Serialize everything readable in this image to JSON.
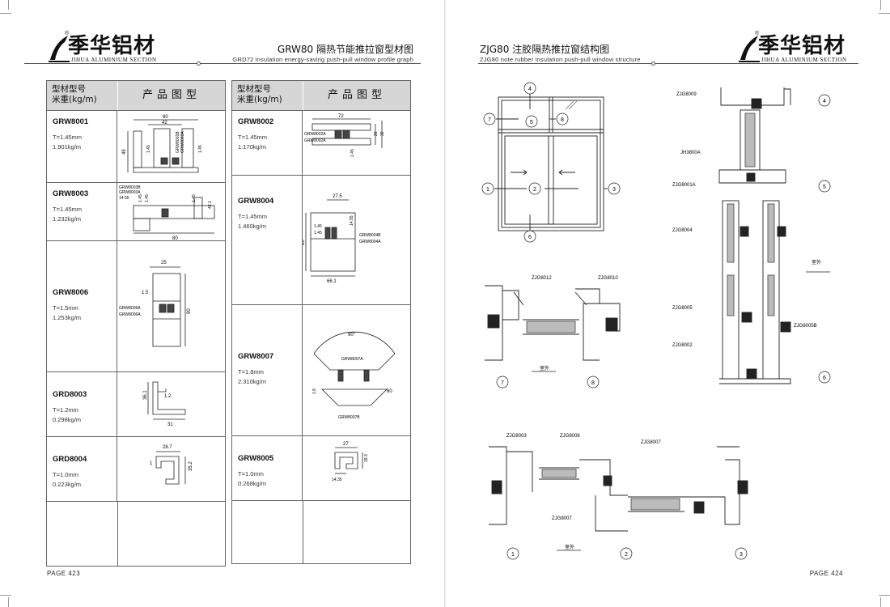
{
  "brand": {
    "cn": "季华铝材",
    "en": "JIHUA ALUMINIUM SECTION",
    "reg": "®"
  },
  "left": {
    "title_cn": "GRW80 隔热节能推拉窗型材图",
    "title_en": "GRD72 insulation energy-saving push-pull window profile graph",
    "page": "PAGE 423",
    "header": {
      "model_label": "型材型号\n米重(kg/m)",
      "drawing_label": "产品图型"
    },
    "col_a": [
      {
        "name": "GRW8001",
        "thick": "T=1.45mm",
        "weight": "1.901kg/m",
        "dims": {
          "w": "80",
          "w2": "42",
          "h": "49",
          "t1": "1.45",
          "t2": "1.45",
          "lbl1": "GRW8001B",
          "lbl2": "GRW8001A"
        }
      },
      {
        "name": "GRW8003",
        "thick": "T=1.45mm",
        "weight": "1.232kg/m",
        "dims": {
          "lbl1": "GRW8003B",
          "lbl2": "GRW8003A",
          "a": "14.55",
          "b": "1.45",
          "c": "1.45",
          "d": "1.45",
          "h": "42.1",
          "w": "80"
        }
      },
      {
        "name": "GRW8006",
        "thick": "T=1.5mm",
        "weight": "1.253kg/m",
        "dims": {
          "w": "25",
          "t": "1.5",
          "h": "90",
          "lbl1": "GRW8006A",
          "lbl2": "GRW8006A"
        }
      },
      {
        "name": "GRD8003",
        "thick": "T=1.2mm",
        "weight": "0.298kg/m",
        "dims": {
          "h": "36.1",
          "t": "1.2",
          "w": "31"
        }
      },
      {
        "name": "GRD8004",
        "thick": "T=1.0mm",
        "weight": "0.223kg/m",
        "dims": {
          "w": "28.7",
          "t": "1",
          "h": "35.2"
        }
      }
    ],
    "col_b": [
      {
        "name": "GRW8002",
        "thick": "T=1.45mm",
        "weight": "1.170kg/m",
        "dims": {
          "w": "72",
          "lbl1": "GRW8002A",
          "lbl2": "GRW8002A",
          "h1": "26",
          "h2": "32",
          "t": "1.45"
        }
      },
      {
        "name": "GRW8004",
        "thick": "T=1.45mm",
        "weight": "1.460kg/m",
        "dims": {
          "w1": "27.5",
          "t1": "1.45",
          "t2": "1.45",
          "h1": "14.55",
          "h": "80",
          "w": "66.1",
          "lbl1": "GRW8004B",
          "lbl2": "GRW8004A"
        }
      },
      {
        "name": "GRW8007",
        "thick": "T=1.8mm",
        "weight": "2.310kg/m",
        "dims": {
          "ang": "90°",
          "lbl1": "GRW8007A",
          "t": "1.8",
          "w": "60",
          "lbl2": "GRW8007B"
        }
      },
      {
        "name": "GRW8005",
        "thick": "T=1.0mm",
        "weight": "0.268kg/m",
        "dims": {
          "w": "27",
          "h": "19.3",
          "b": "14.35"
        }
      }
    ]
  },
  "right": {
    "title_cn": "ZJG80 注胶隔热推拉窗结构图",
    "title_en": "ZJG80 note rubber insulation push-pull window structure",
    "page": "PAGE 424",
    "window_callouts": [
      "4",
      "7",
      "5",
      "8",
      "1",
      "2",
      "3",
      "6"
    ],
    "section_78": {
      "lbl1": "ZJG8012",
      "lbl2": "ZJG8010",
      "outside": "室外",
      "n7": "7",
      "n8": "8"
    },
    "section_456": {
      "lbl": [
        "ZJG8009",
        "JH3800A",
        "ZJG8001A",
        "ZJG8004",
        "ZJG8005",
        "ZJG8002",
        "ZJG8005B"
      ],
      "outside": "室外",
      "n4": "4",
      "n5": "5",
      "n6": "6"
    },
    "section_123": {
      "lbl": [
        "ZJG8003",
        "ZJG8006",
        "ZJG8007",
        "ZJG8007"
      ],
      "outside": "室外",
      "n1": "1",
      "n2": "2",
      "n3": "3"
    }
  }
}
